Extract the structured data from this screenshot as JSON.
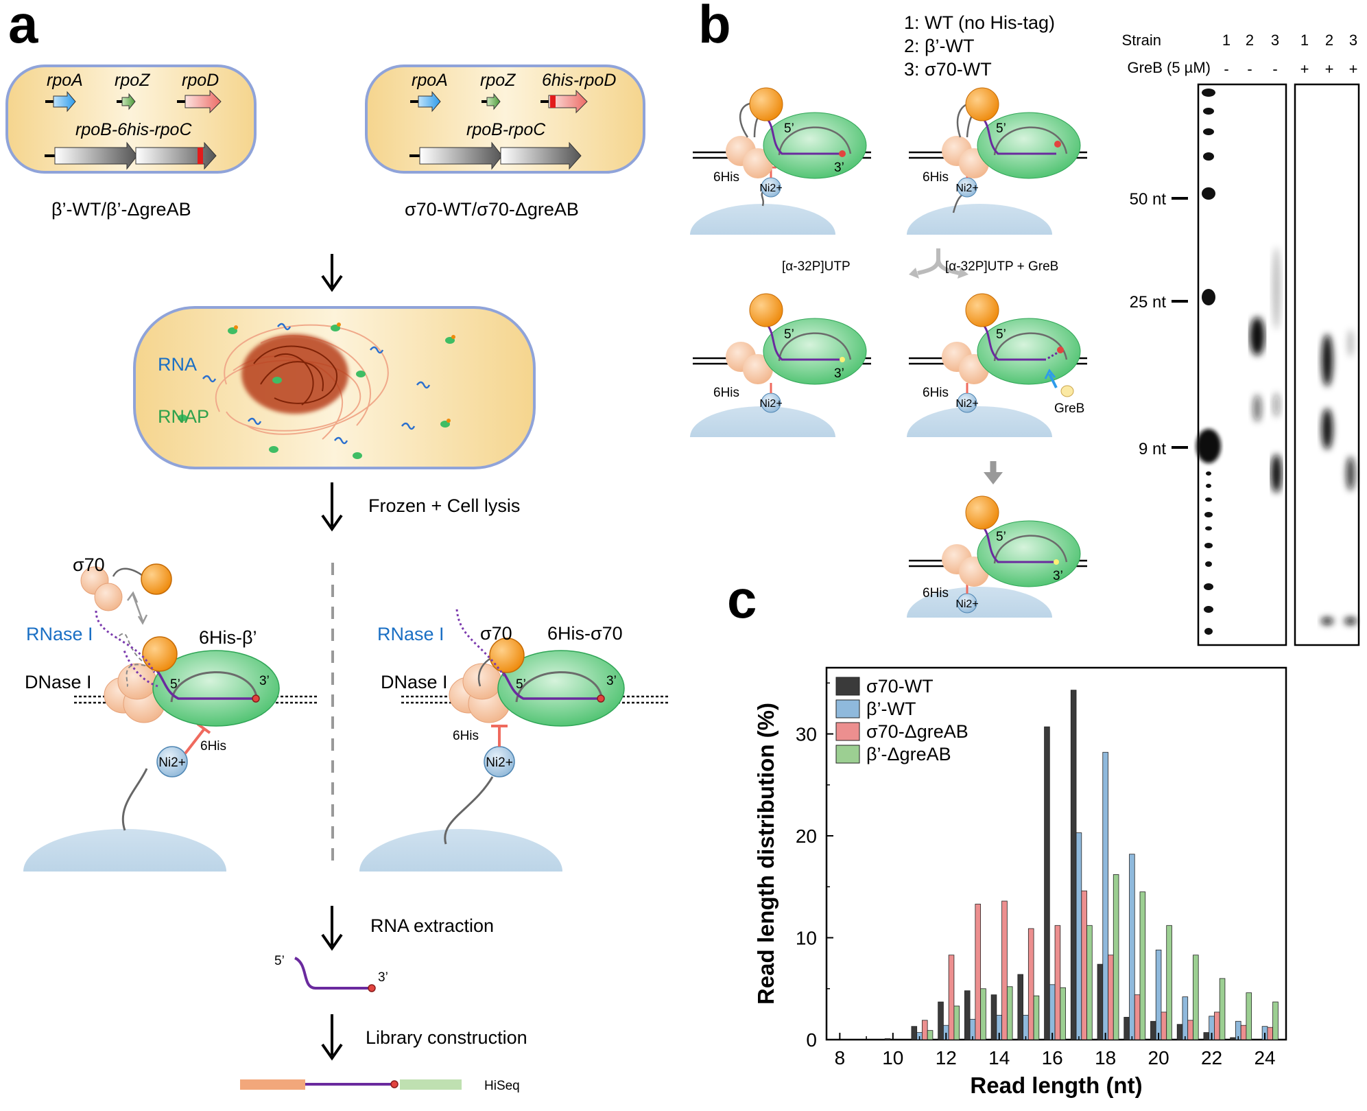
{
  "panels": {
    "a": {
      "letter": "a",
      "cell1": {
        "genes": [
          "rpoA",
          "rpoZ",
          "rpoD",
          "rpoB-6his-rpoC"
        ],
        "caption": "β’-WT/β’-ΔgreAB"
      },
      "cell2": {
        "genes": [
          "rpoA",
          "rpoZ",
          "6his-rpoD",
          "rpoB-rpoC"
        ],
        "caption": "σ70-WT/σ70-ΔgreAB"
      },
      "cell3": {
        "rna": "RNA",
        "rnap": "RNAP"
      },
      "steps": [
        "Frozen + Cell lysis",
        "RNA extraction",
        "Library construction"
      ],
      "left_complex": {
        "sigma": "σ70",
        "rnase": "RNase I",
        "dnase": "DNase I",
        "tag": "6His-β’",
        "his": "6His",
        "ni": "Ni2+",
        "five": "5’",
        "three": "3’"
      },
      "right_complex": {
        "sigma": "σ70",
        "rnase": "RNase I",
        "dnase": "DNase I",
        "tag": "6His-σ70",
        "his": "6His",
        "ni": "Ni2+",
        "five": "5’",
        "three": "3’"
      },
      "rna_product": {
        "five": "5’",
        "three": "3’"
      },
      "library": {
        "label": "HiSeq"
      }
    },
    "b": {
      "letter": "b",
      "legend": [
        "1: WT (no His-tag)",
        "2: β’-WT",
        "3: σ70-WT"
      ],
      "reaction_left": "[α-32P]UTP",
      "reaction_right": "[α-32P]UTP + GreB",
      "greb": "GreB",
      "his": "6His",
      "ni": "Ni2+",
      "five": "5’",
      "three": "3’",
      "gel": {
        "strain_label": "Strain",
        "lanes": [
          "1",
          "2",
          "3",
          "1",
          "2",
          "3"
        ],
        "greb_label": "GreB (5 µM)",
        "greb_signs": [
          "-",
          "-",
          "-",
          "+",
          "+",
          "+"
        ],
        "markers": [
          "50 nt",
          "25 nt",
          "9 nt"
        ]
      }
    },
    "c": {
      "letter": "c"
    }
  },
  "chart_data": {
    "type": "bar",
    "xlabel": "Read length (nt)",
    "ylabel": "Read length distribution (%)",
    "xlim": [
      7.5,
      24.8
    ],
    "ylim": [
      0,
      36.5
    ],
    "x_ticks": [
      8,
      10,
      12,
      14,
      16,
      18,
      20,
      22,
      24
    ],
    "y_ticks": [
      0,
      10,
      20,
      30
    ],
    "legend_position": "top-left",
    "x": [
      8,
      9,
      10,
      11,
      12,
      13,
      14,
      15,
      16,
      17,
      18,
      19,
      20,
      21,
      22,
      23,
      24
    ],
    "series": [
      {
        "name": "σ70-WT",
        "color": "#3a3a3a",
        "values": [
          0,
          0,
          0.1,
          1.3,
          3.7,
          4.8,
          4.4,
          6.4,
          30.7,
          34.3,
          7.4,
          2.2,
          1.8,
          1.5,
          0.7,
          0.2,
          0
        ]
      },
      {
        "name": "β’-WT",
        "color": "#8fb9dc",
        "values": [
          0,
          0,
          0,
          0.7,
          1.4,
          2.0,
          2.4,
          2.4,
          5.4,
          20.3,
          28.2,
          18.2,
          8.8,
          4.2,
          2.3,
          1.8,
          1.3
        ]
      },
      {
        "name": "σ70-ΔgreAB",
        "color": "#ec8f8f",
        "values": [
          0,
          0,
          0,
          1.9,
          8.3,
          13.3,
          13.6,
          10.9,
          11.2,
          14.6,
          8.3,
          4.4,
          2.7,
          1.9,
          2.7,
          1.4,
          1.2
        ]
      },
      {
        "name": "β’-ΔgreAB",
        "color": "#9ccf92",
        "values": [
          0,
          0,
          0,
          0.9,
          3.3,
          5.0,
          5.2,
          4.3,
          5.1,
          11.2,
          16.2,
          14.5,
          11.2,
          8.3,
          6.0,
          4.6,
          3.7
        ]
      }
    ]
  }
}
